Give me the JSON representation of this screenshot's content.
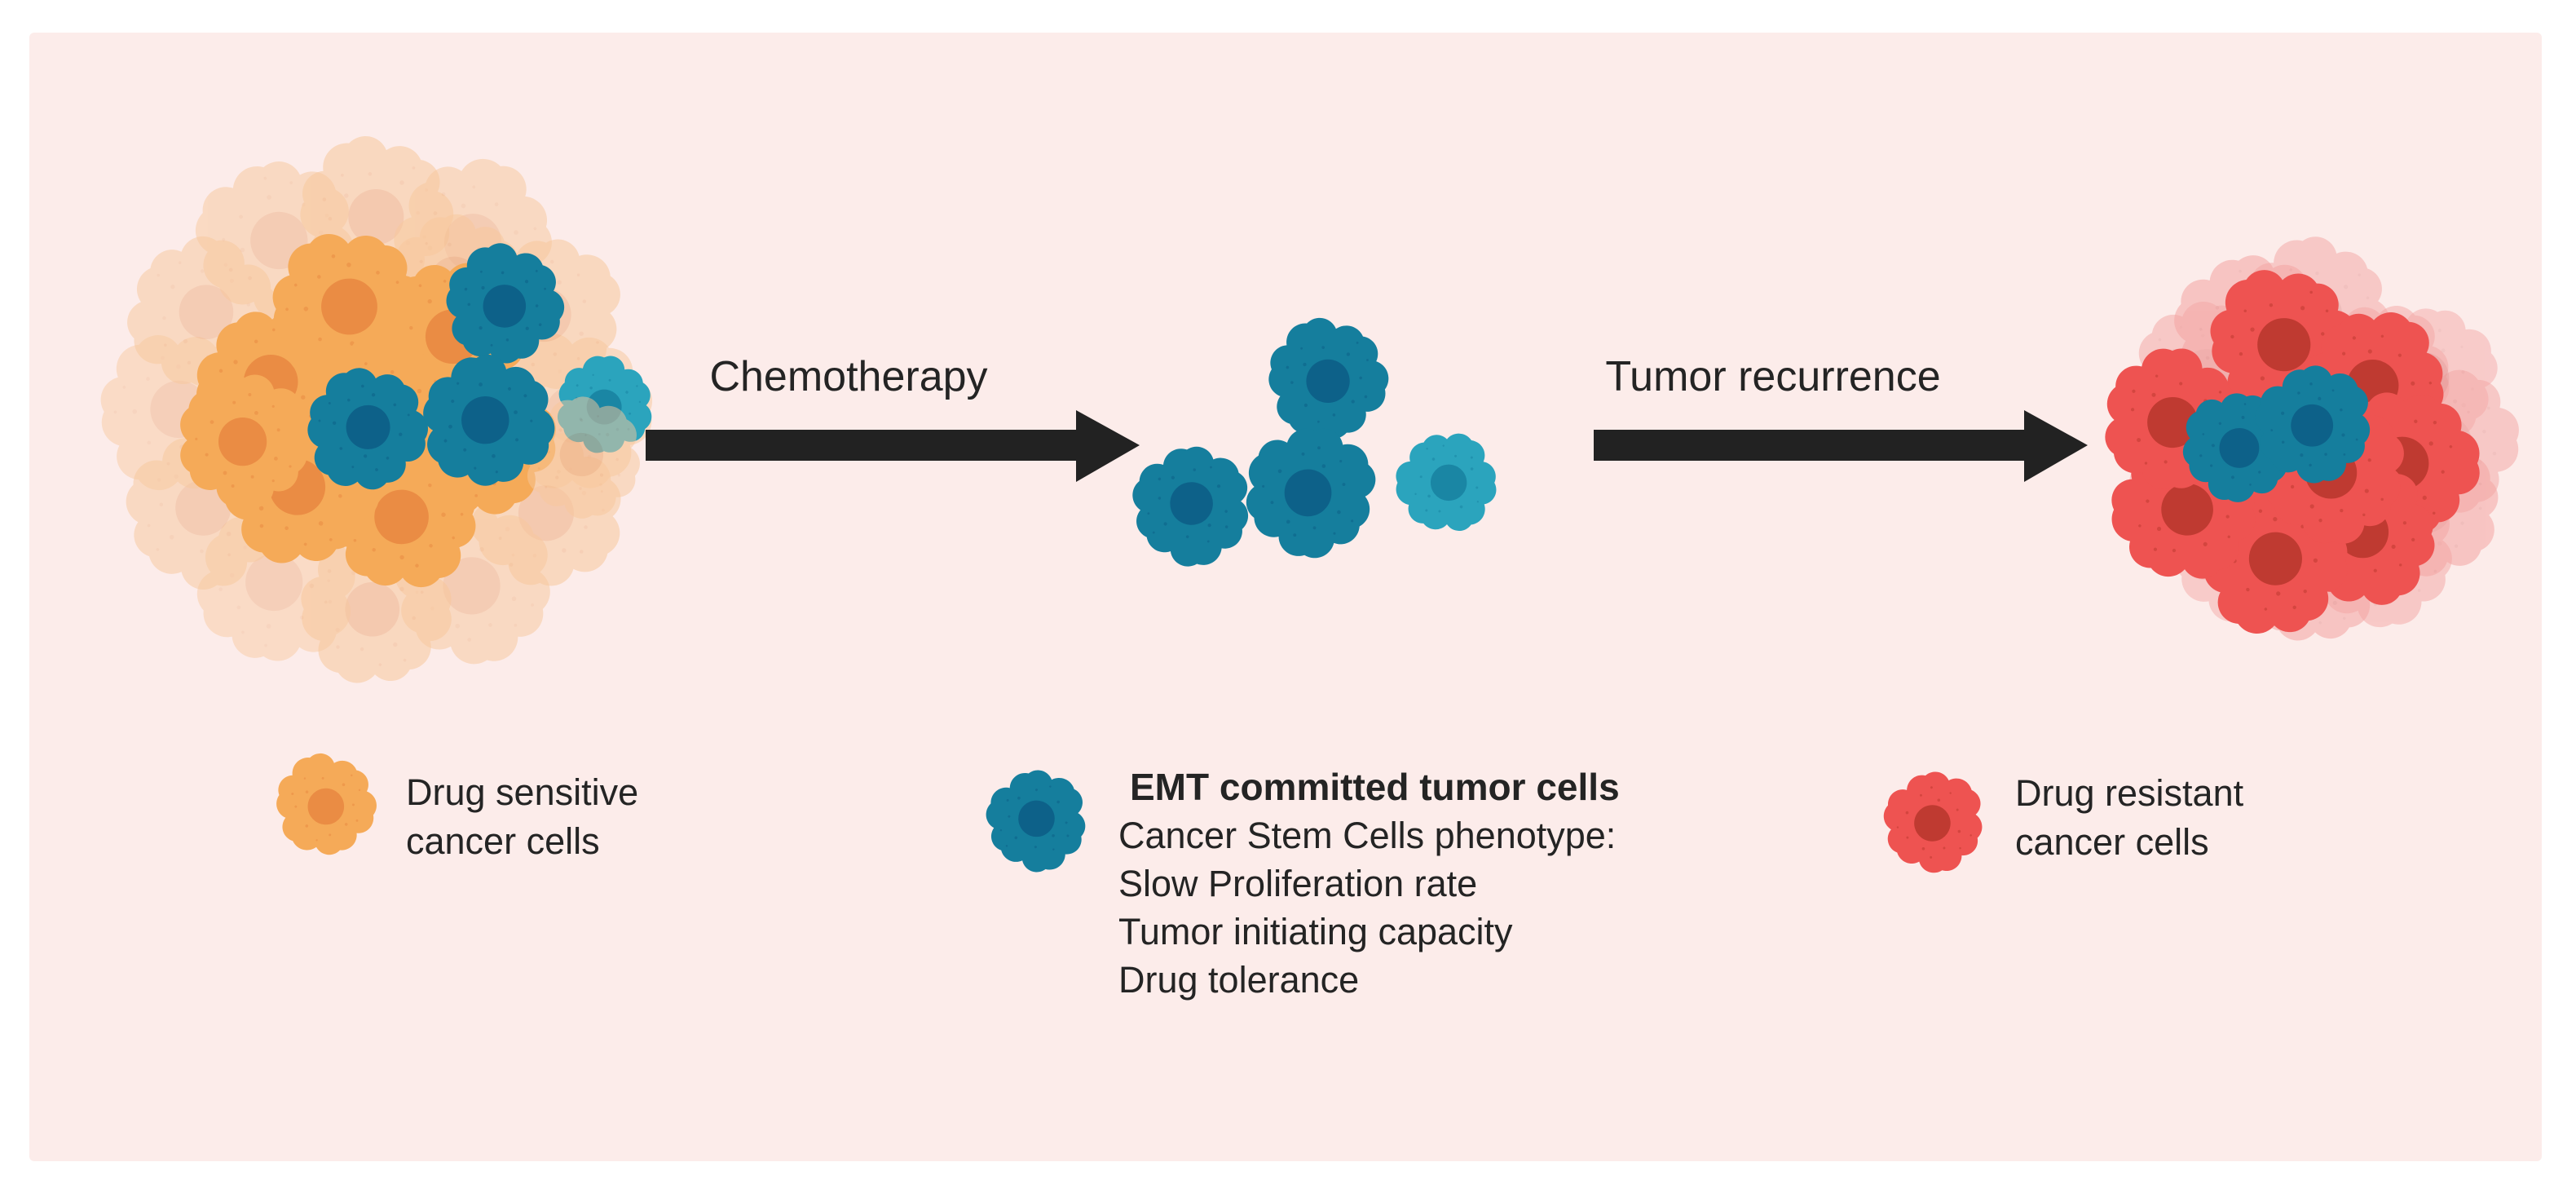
{
  "figure": {
    "background": "#ffffff",
    "panel_color": "#fcecea",
    "text_color": "#242424",
    "arrow_color": "#222222"
  },
  "stages": {
    "chemotherapy_label": "Chemotherapy",
    "tumor_recurrence_label": "Tumor recurrence"
  },
  "legend": [
    {
      "id": "drug-sensitive",
      "icon": "cancer-cell-icon",
      "cell_colors": {
        "body": "#f5aa58",
        "nucleus": "#ea8c44"
      },
      "lines": [
        "Drug sensitive",
        "cancer cells"
      ]
    },
    {
      "id": "emt-committed",
      "icon": "cancer-cell-icon",
      "cell_colors": {
        "body": "#157e9d",
        "nucleus": "#0d6189"
      },
      "title": "EMT committed tumor cells",
      "lines": [
        "Cancer Stem Cells phenotype:",
        "Slow Proliferation rate",
        "Tumor initiating capacity",
        "Drug tolerance"
      ]
    },
    {
      "id": "drug-resistant",
      "icon": "cancer-cell-icon",
      "cell_colors": {
        "body": "#ee5351",
        "nucleus": "#bf3a31"
      },
      "lines": [
        "Drug resistant",
        "cancer cells"
      ]
    }
  ],
  "cell_palette": {
    "orange": {
      "body": "#f5aa58",
      "nucleus": "#ea8c44"
    },
    "pale_orange": {
      "body": "#f8c89c",
      "nucleus": "#eeae80",
      "opacity": 0.55
    },
    "blue": {
      "body": "#157e9d",
      "nucleus": "#0d6189"
    },
    "teal": {
      "body": "#2ba4bd",
      "nucleus": "#1a86a4"
    },
    "red": {
      "body": "#ee5351",
      "nucleus": "#bf3a31"
    },
    "pale_red": {
      "body": "#f4a5a3",
      "nucleus": "#df8d8b",
      "opacity": 0.55
    }
  }
}
